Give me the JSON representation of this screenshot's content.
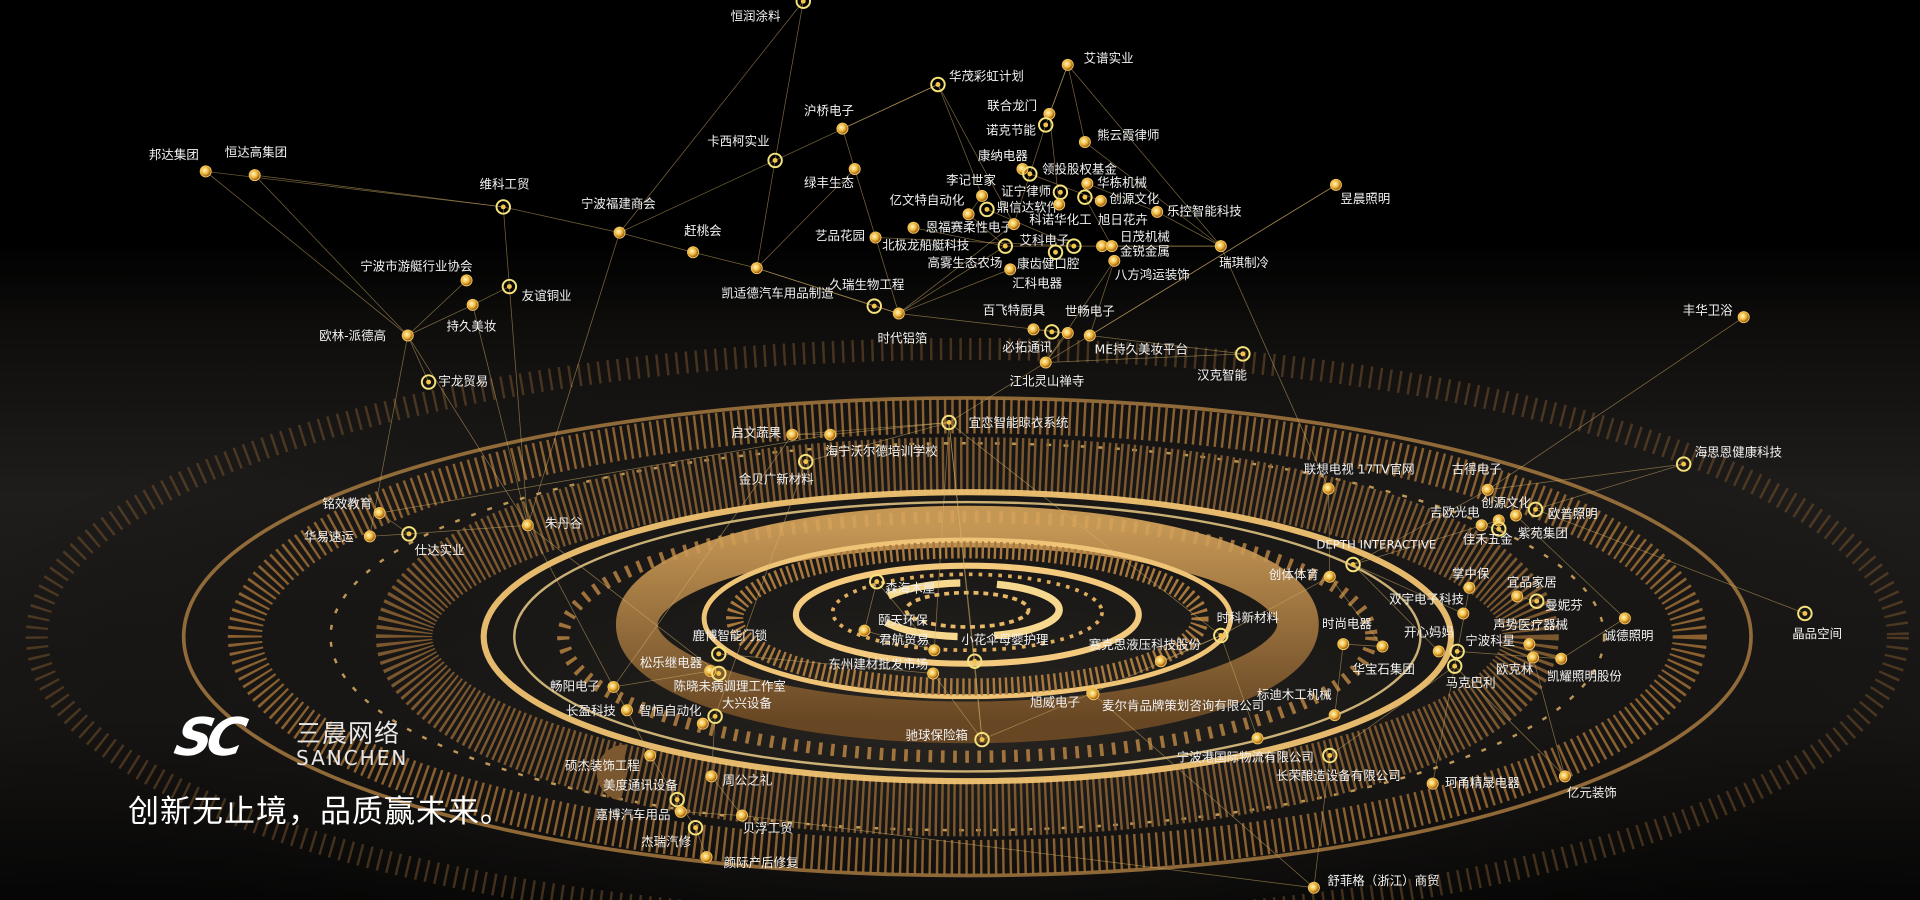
{
  "brand": {
    "logo_mark": "SC",
    "name_cn": "三晨网络",
    "name_en": "SANCHEN",
    "slogan": "创新无止境，品质赢未来。"
  },
  "colors": {
    "accent_gold": "#e9b95a",
    "label": "#f2f2f2",
    "background": "#000000"
  },
  "nodes": [
    "恒润涂料",
    "邦达集团",
    "恒达高集团",
    "维科工贸",
    "宁波福建商会",
    "赶桃会",
    "卡西柯实业",
    "凯适德汽车用品制造",
    "宁波市游艇行业协会",
    "友谊铜业",
    "持久美妆",
    "欧林-派德高",
    "宇龙贸易",
    "沪桥电子",
    "绿丰生态",
    "华茂彩虹计划",
    "艾谱实业",
    "联合龙门",
    "诺克节能",
    "熊云霞律师",
    "康纳电器",
    "领投股权基金",
    "华栋机械",
    "李记世家",
    "证宁律师",
    "创源文化",
    "亿文特自动化",
    "鼎信达软件",
    "乐控智能科技",
    "科诺华化工",
    "旭日花卉",
    "恩福赛柔性电子",
    "艺品花园",
    "北极龙船艇科技",
    "日茂机械",
    "金锐金属",
    "艾科电子",
    "瑞琪制冷",
    "高雾生态农场",
    "康齿健口腔",
    "八方鸿运装饰",
    "汇科电器",
    "久瑞生物工程",
    "时代铝箔",
    "百飞特厨具",
    "世畅电子",
    "必拓通讯",
    "ME持久美妆平台",
    "汉克智能",
    "江北灵山禅寺",
    "昱晨照明",
    "宜恋智能晾衣系统",
    "启文蔬果",
    "海宁沃尔德培训学校",
    "金贝广新材料",
    "铭效教育",
    "华易速运",
    "仕达实业",
    "朱丹谷",
    "联想电视 17TV官网",
    "森海木屋",
    "颐天环保",
    "君航贸易",
    "小花伞母婴护理",
    "东州建材批发市场",
    "赛克思液压科技股份",
    "时科新材料",
    "旭威电子",
    "麦尔肯品牌策划咨询有限公司",
    "驰球保险箱",
    "标迪木工机械",
    "宁波港国际物流有限公司",
    "长荣酿造设备有限公司",
    "舒菲格（浙江）商贸",
    "创体体育",
    "DEPTH INTERACTIVE",
    "时尚电器",
    "华宝石集团",
    "鹿博智能门锁",
    "松乐继电器",
    "畅阳电子",
    "陈晓未病调理工作室",
    "长盈科技",
    "智恒自动化",
    "大兴设备",
    "硕杰装饰工程",
    "周公之礼",
    "美度通讯设备",
    "嘉博汽车用品",
    "贝浮工贸",
    "杰瑞汽修",
    "颜际产后修复",
    "丰华卫浴",
    "海思恩健康科技",
    "古得电子",
    "创源文化",
    "欧普照明",
    "吉欧光电",
    "紫苑集团",
    "佳禾五金",
    "掌中保",
    "宜品家居",
    "曼妮芬",
    "双宇电子科技",
    "诚德照明",
    "晶品空间",
    "开心妈妈",
    "声势医疗器械",
    "宁波科星",
    "欧克林",
    "凯耀照明股份",
    "马克巴利",
    "珂甬精晟电器",
    "亿元装饰"
  ]
}
